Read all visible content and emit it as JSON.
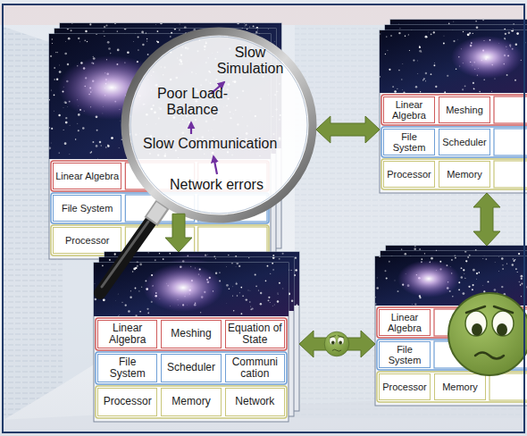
{
  "diagram": {
    "nodes": [
      {
        "text": []
      },
      {
        "text": [
          "Linear Algebra"
        ],
        "in": 0
      },
      {
        "text": [
          "File System"
        ],
        "in": 0
      },
      {
        "text": [
          "Processor"
        ],
        "in": 0
      },
      {
        "text": [
          "Slow Simulation",
          "Poor Load-Balance",
          "Slow Communication",
          "Network errors"
        ]
      },
      {
        "text": []
      },
      {
        "text": [
          "Linear Algebra"
        ],
        "in": 5
      },
      {
        "text": [
          "Meshing"
        ],
        "in": 5
      },
      {
        "text": [
          "File System"
        ],
        "in": 5
      },
      {
        "text": [
          "Scheduler"
        ],
        "in": 5
      },
      {
        "text": [
          "Processor"
        ],
        "in": 5
      },
      {
        "text": [
          "Memory"
        ],
        "in": 5
      },
      {
        "text": []
      },
      {
        "text": [
          "Linear Algebra"
        ],
        "in": 12
      },
      {
        "text": [
          "Meshing"
        ],
        "in": 12
      },
      {
        "text": [
          "Equation of State"
        ],
        "in": 12
      },
      {
        "text": [
          "File System"
        ],
        "in": 12
      },
      {
        "text": [
          "Scheduler"
        ],
        "in": 12
      },
      {
        "text": [
          "Communi cation"
        ],
        "in": 12
      },
      {
        "text": [
          "Processor"
        ],
        "in": 12
      },
      {
        "text": [
          "Memory"
        ],
        "in": 12
      },
      {
        "text": [
          "Network"
        ],
        "in": 12
      },
      {
        "text": []
      },
      {
        "text": [
          "Linear Algebra"
        ],
        "in": 22
      },
      {
        "text": [
          "File System"
        ],
        "in": 22
      },
      {
        "text": [
          "Processor"
        ],
        "in": 22
      },
      {
        "text": [
          "Memory"
        ],
        "in": 22
      }
    ],
    "edges": [
      {
        "from": 4,
        "to": 5,
        "arrow": "both"
      },
      {
        "from": 4,
        "to": 12,
        "arrow": "to"
      },
      {
        "from": 5,
        "to": 22,
        "arrow": "both"
      },
      {
        "from": 12,
        "to": 22,
        "arrow": "both"
      }
    ]
  }
}
